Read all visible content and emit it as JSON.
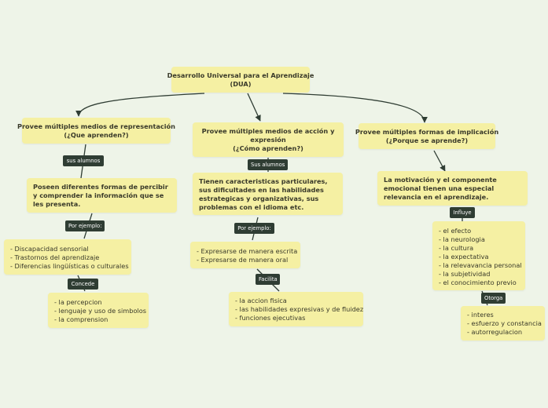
{
  "colors": {
    "background": "#eef4e8",
    "node": "#f5f0a3",
    "tag": "#2f3d33",
    "link": "#2f3d33"
  },
  "root": {
    "lines": [
      "Desarrollo Universal para el Aprendizaje",
      "(DUA)"
    ]
  },
  "branches": {
    "representacion": {
      "title": [
        "Provee múltiples medios de representación",
        "(¿Que aprenden?)"
      ],
      "tag1": "sus alumnos",
      "desc": "Poseen diferentes formas de percibir y comprender la información que se les presenta.",
      "tag2": "Por ejemplo:",
      "examples": [
        "- Discapacidad sensorial",
        "- Trastornos del aprendizaje",
        "- Diferencias lingüísticas o culturales"
      ],
      "tag3": "Concede",
      "grants": [
        "- la percepcion",
        "- lenguaje y uso de simbolos",
        "- la comprension"
      ]
    },
    "accion": {
      "title": [
        "Provee múltiples medios de acción y",
        "expresión",
        "(¿Cómo aprenden?)"
      ],
      "tag1": "Sus alumnos",
      "desc": "Tienen caracteristicas particulares, sus dificultades en las habilidades estrategicas y organizativas, sus problemas con el idioma etc.",
      "tag2": "Por ejemplo:",
      "examples": [
        "- Expresarse de manera escrita",
        "- Expresarse de manera oral"
      ],
      "tag3": "Facilita",
      "facilitates": [
        "- la accion fisica",
        "- las habilidades expresivas y de fluidez",
        "- funciones ejecutivas"
      ]
    },
    "implicacion": {
      "title": [
        "Provee múltiples formas de implicación",
        "(¿Porque se aprende?)"
      ],
      "desc": "La motivación y el componente emocional tienen una especial relevancia en el aprendizaje.",
      "tag1": "Influye",
      "influences": [
        "- el efecto",
        "- la neurologia",
        "- la cultura",
        "- la expectativa",
        "- la relevavancia personal",
        "- la subjetividad",
        "- el conocimiento previo"
      ],
      "tag2": "Otorga",
      "grants": [
        "- interes",
        "- esfuerzo y constancia",
        "- autorregulacion"
      ]
    }
  }
}
